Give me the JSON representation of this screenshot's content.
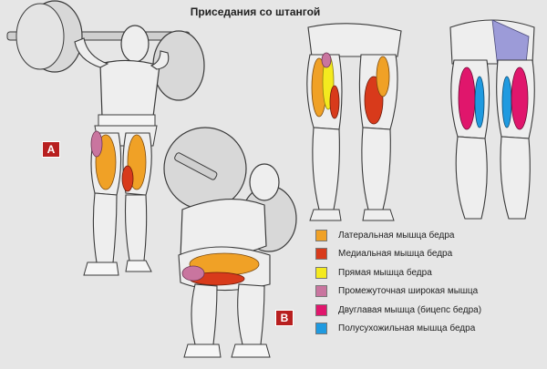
{
  "title": "Приседания со штангой",
  "figure_tags": {
    "a": "A",
    "b": "B"
  },
  "colors": {
    "skin": "#eeeeee",
    "outline": "#3a3a3a",
    "bar": "#cfcfcf",
    "tag_bg": "#b81f1f",
    "lateral": "#f0a126",
    "medial": "#d83a1b",
    "rectus": "#f4ea1f",
    "intermediate": "#c9759f",
    "biceps": "#e0166c",
    "semitendinosus": "#1f9ae0"
  },
  "legend": [
    {
      "label": "Латеральная мышца бедра",
      "color": "#f0a126"
    },
    {
      "label": "Медиальная мышца бедра",
      "color": "#d83a1b"
    },
    {
      "label": "Прямая мышца бедра",
      "color": "#f4ea1f"
    },
    {
      "label": "Промежуточная широкая мышца",
      "color": "#c9759f"
    },
    {
      "label": "Двуглавая мышца (бицепс бедра)",
      "color": "#e0166c"
    },
    {
      "label": "Полусухожильная мышца бедра",
      "color": "#1f9ae0"
    }
  ]
}
